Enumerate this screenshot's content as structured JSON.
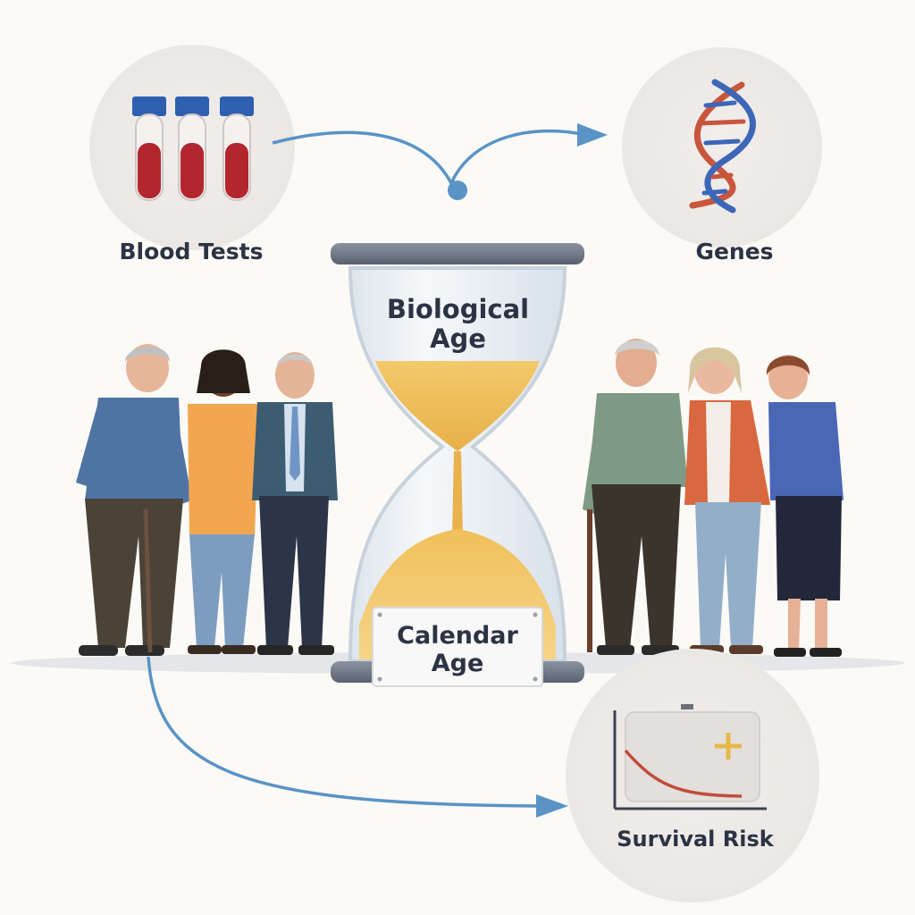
{
  "labels": {
    "blood_tests": "Blood Tests",
    "genes": "Genes",
    "biological_age_line1": "Biological",
    "biological_age_line2": "Age",
    "calendar_age_line1": "Calendar",
    "calendar_age_line2": "Age",
    "survival_risk": "Survival Risk"
  },
  "colors": {
    "background": "#fbfaf6",
    "arrow": "#5a93c6",
    "blood": "#b3262d",
    "tube_cap": "#2f5fb0",
    "sand": "#f1c25f",
    "dna_red": "#c8553d",
    "dna_blue": "#3e66b8",
    "text": "#2b3344"
  },
  "icons": [
    "blood-tube-icon",
    "dna-icon",
    "hourglass-icon",
    "survival-chart-icon",
    "cane-icon"
  ]
}
